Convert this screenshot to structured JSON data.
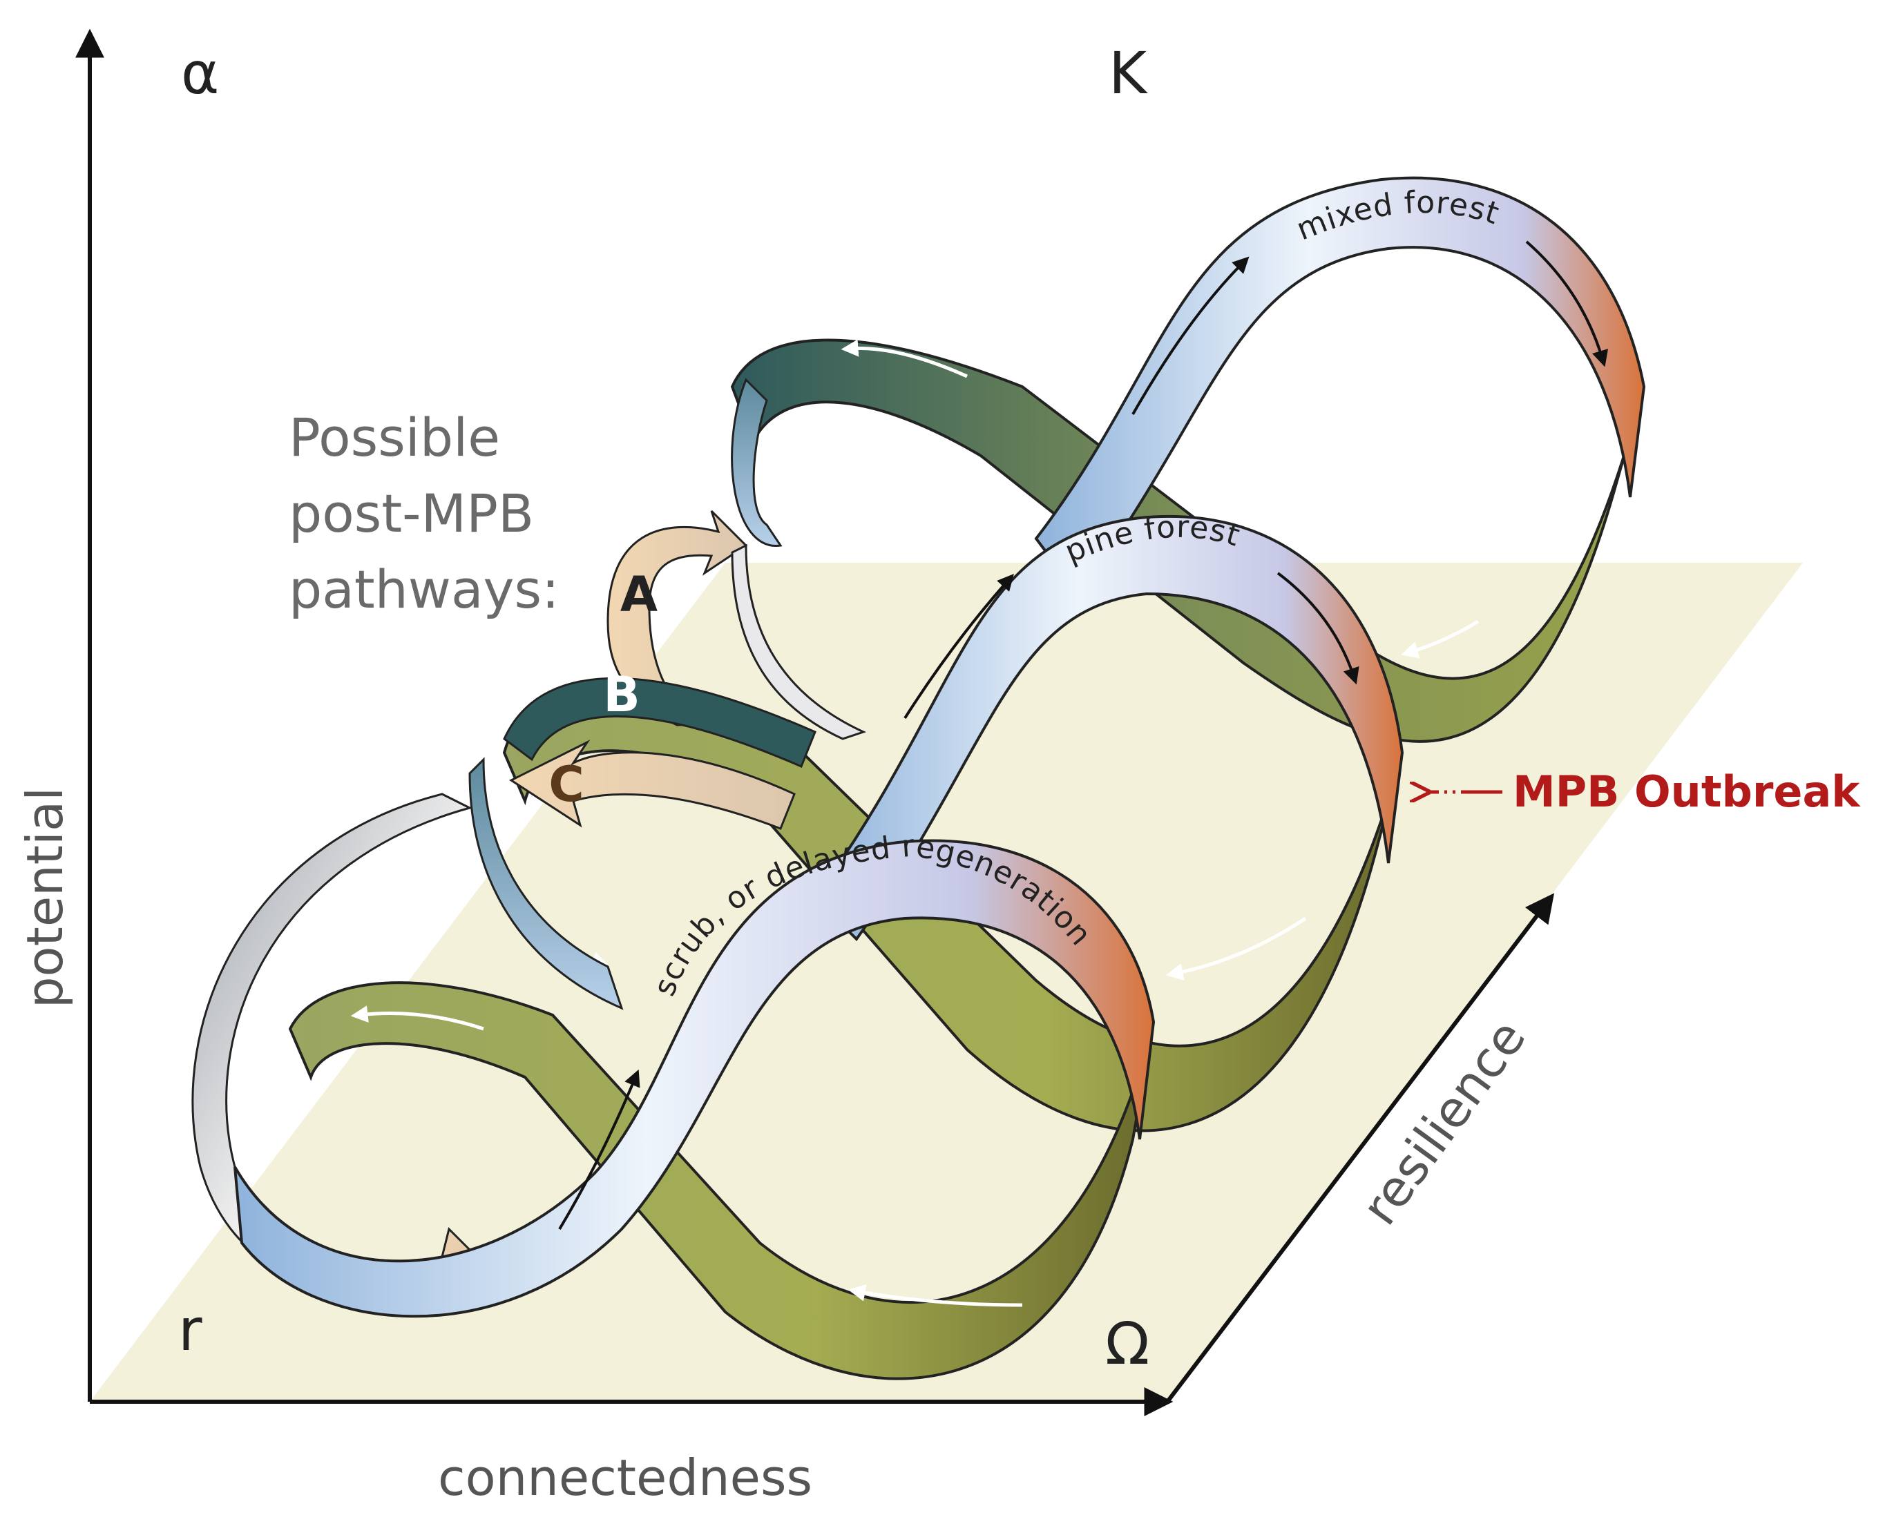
{
  "corners": {
    "alpha": "α",
    "k": "K",
    "r": "r",
    "omega": "Ω"
  },
  "axes": {
    "y": "potential",
    "x": "connectedness",
    "z": "resilience"
  },
  "pathways": {
    "title_lines": [
      "Possible",
      "post-MPB",
      "pathways:"
    ],
    "letters": [
      "A",
      "B",
      "C"
    ]
  },
  "loops": {
    "mixed": "mixed forest",
    "pine": "pine forest",
    "scrub": "scrub, or delayed regeneration"
  },
  "annotation": {
    "outbreak": "MPB Outbreak"
  },
  "colors": {
    "plane": "#f3f1d9",
    "ribbon_front": "#cfe1f3",
    "ribbon_back": "#7d8f56",
    "ribbon_dark": "#2f5a5c",
    "ribbon_orange": "#d9733a",
    "ribbon_tan": "#e9c89e",
    "outbreak_red": "#b31b1b"
  }
}
